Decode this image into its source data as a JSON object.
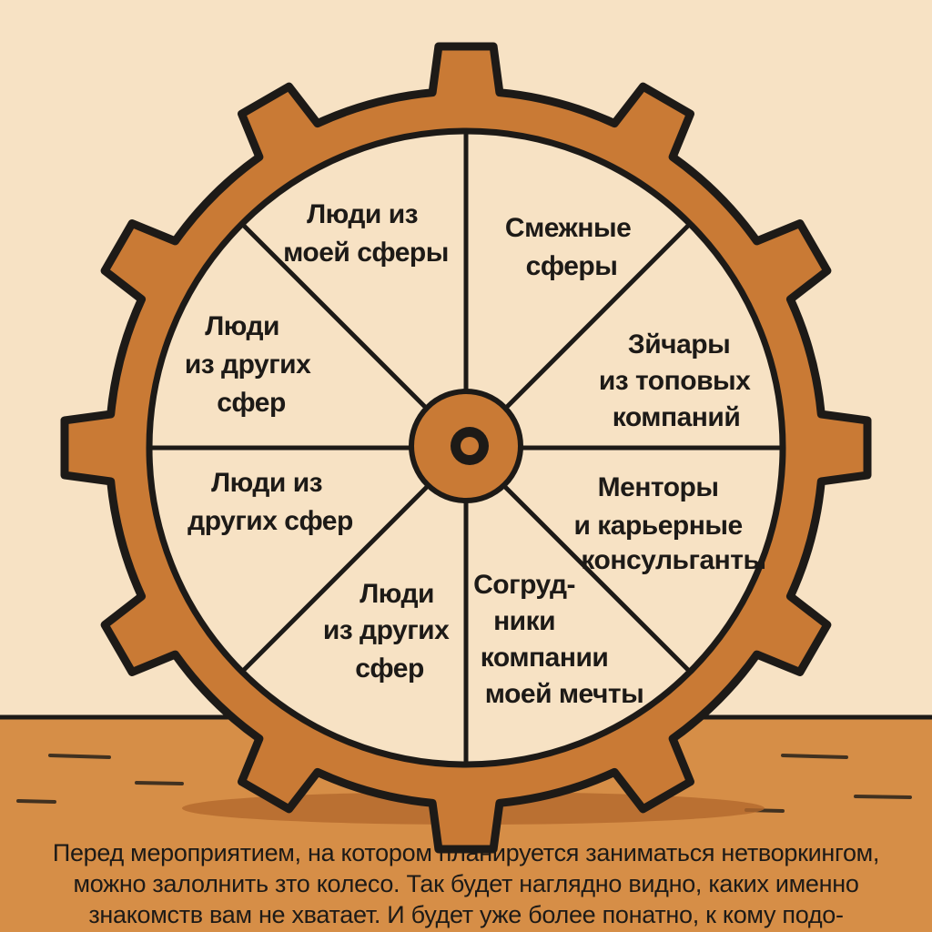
{
  "wheel": {
    "segments": [
      {
        "lines": [
          "Люди из",
          "моей сферы"
        ]
      },
      {
        "lines": [
          "Смежные",
          "сферы"
        ]
      },
      {
        "lines": [
          "Зйчары",
          "из топовых",
          "компаний"
        ]
      },
      {
        "lines": [
          "Менторы",
          "и карьерные",
          "консульганты"
        ]
      },
      {
        "lines": [
          "Согруд-",
          "ники",
          "компании",
          "моей мечты"
        ]
      },
      {
        "lines": [
          "Люди",
          "из других",
          "сфер"
        ]
      },
      {
        "lines": [
          "Люди из",
          "других сфер"
        ]
      },
      {
        "lines": [
          "Люди",
          "из других",
          "сфер"
        ]
      }
    ]
  },
  "caption": {
    "lines": [
      "Перед мероприятием, на котором планируется заниматься нетворкингом,",
      "можно залолнить зто колесо. Так будет наглядно видно, каких именно",
      "знакомств вам не хватает. И будет уже более понатно, к кому подо-"
    ]
  },
  "colors": {
    "background": "#f7e2c4",
    "floor": "#d68e47",
    "gear": "#c97a35",
    "segment_fill": "#f7e2c4",
    "outline": "#1d1a17"
  }
}
